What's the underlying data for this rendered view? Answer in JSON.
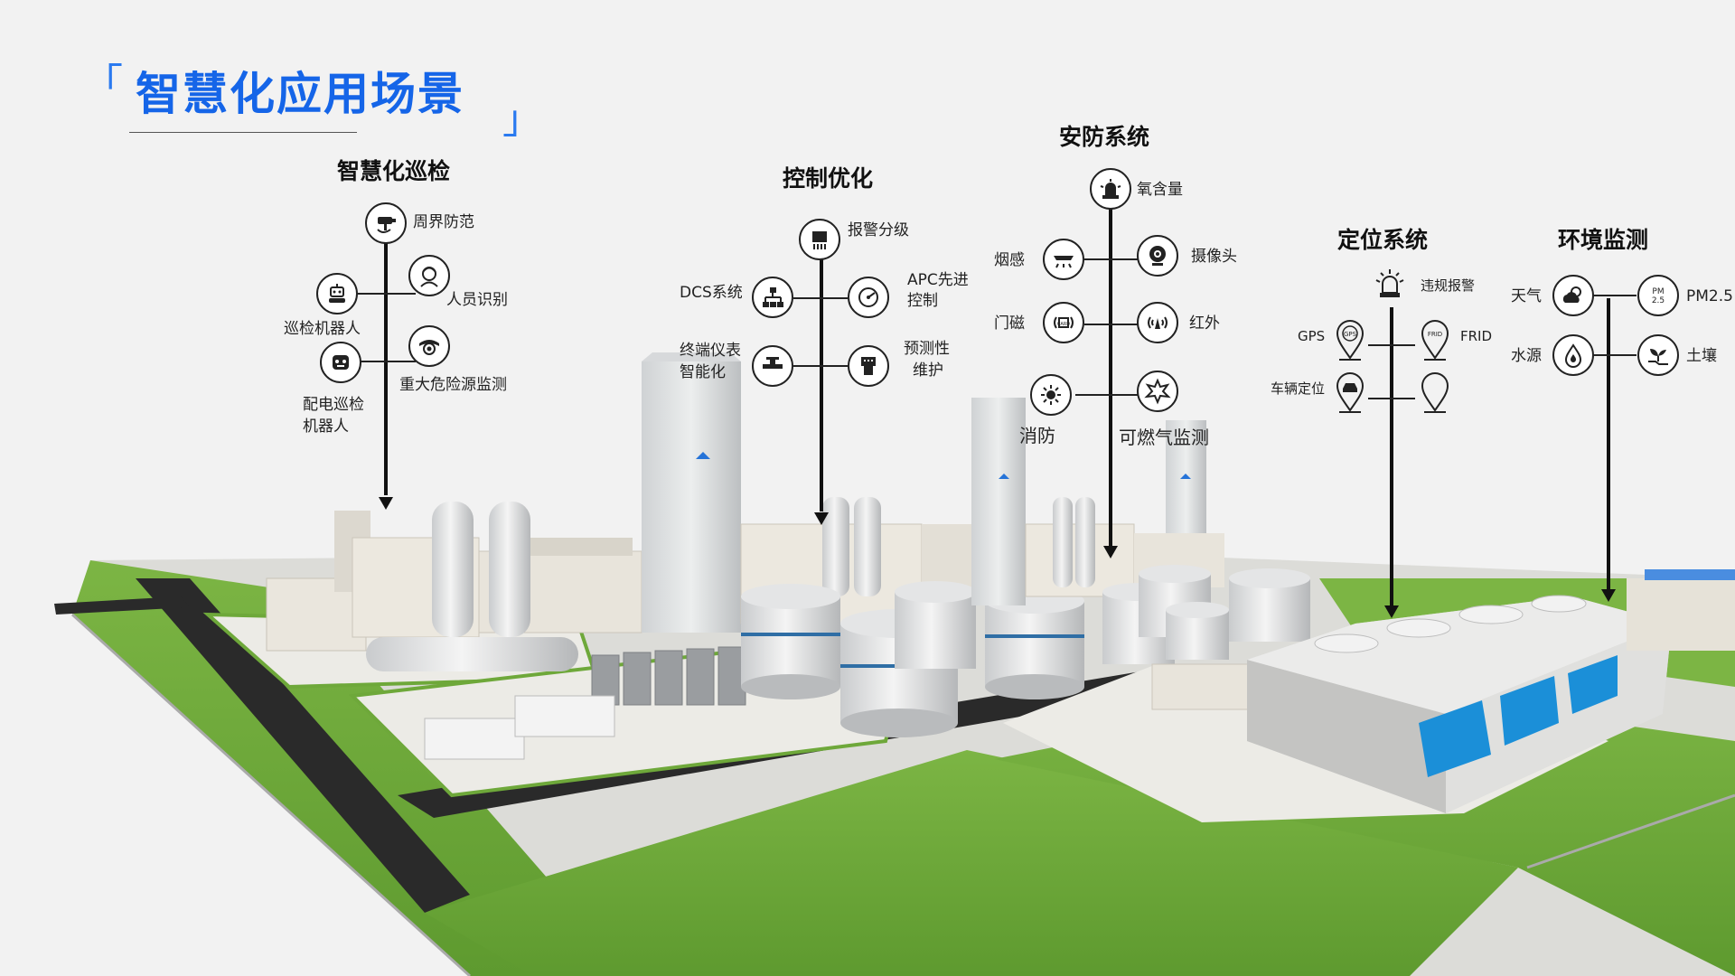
{
  "header": {
    "title": "智慧化应用场景",
    "bracket_open": "「",
    "bracket_close": "」"
  },
  "groups": {
    "inspection": {
      "title": "智慧化巡检",
      "items": [
        "周界防范",
        "人员识别",
        "巡检机器人",
        "重大危险源监测",
        "配电巡检",
        "机器人"
      ]
    },
    "control": {
      "title": "控制优化",
      "items": [
        "报警分级",
        "DCS系统",
        "APC先进",
        "控制",
        "终端仪表",
        "智能化",
        "预测性",
        "维护"
      ]
    },
    "security": {
      "title": "安防系统",
      "items": [
        "氧含量",
        "烟感",
        "摄像头",
        "门磁",
        "红外",
        "消防",
        "可燃气监测"
      ]
    },
    "location": {
      "title": "定位系统",
      "items": [
        "违规报警",
        "GPS",
        "FRID",
        "车辆定位"
      ]
    },
    "environment": {
      "title": "环境监测",
      "items": [
        "天气",
        "PM2.5",
        "水源",
        "土壤"
      ]
    }
  },
  "icon_text": {
    "gps": "GPS",
    "frid": "FRID",
    "pm": "PM",
    "pm_val": "2.5",
    "card": "CARD"
  },
  "icons": [
    "cctv-icon",
    "person-face-icon",
    "robot-icon",
    "robot-face-icon",
    "target-icon",
    "alarm-panel-icon",
    "network-icon",
    "gauge-icon",
    "valve-icon",
    "chip-icon",
    "siren-icon",
    "smoke-detector-icon",
    "camera-icon",
    "card-reader-icon",
    "infrared-icon",
    "fire-icon",
    "gas-burst-icon",
    "alarm-light-icon",
    "gps-pin-icon",
    "frid-pin-icon",
    "car-pin-icon",
    "empty-pin-icon",
    "weather-icon",
    "pm25-icon",
    "water-drop-icon",
    "soil-plant-icon"
  ],
  "colors": {
    "title": "#1565e8",
    "grass": "#6ea83a",
    "road": "#2a2a2a",
    "building": "#e9e6df",
    "water": "#1b8fd8"
  }
}
